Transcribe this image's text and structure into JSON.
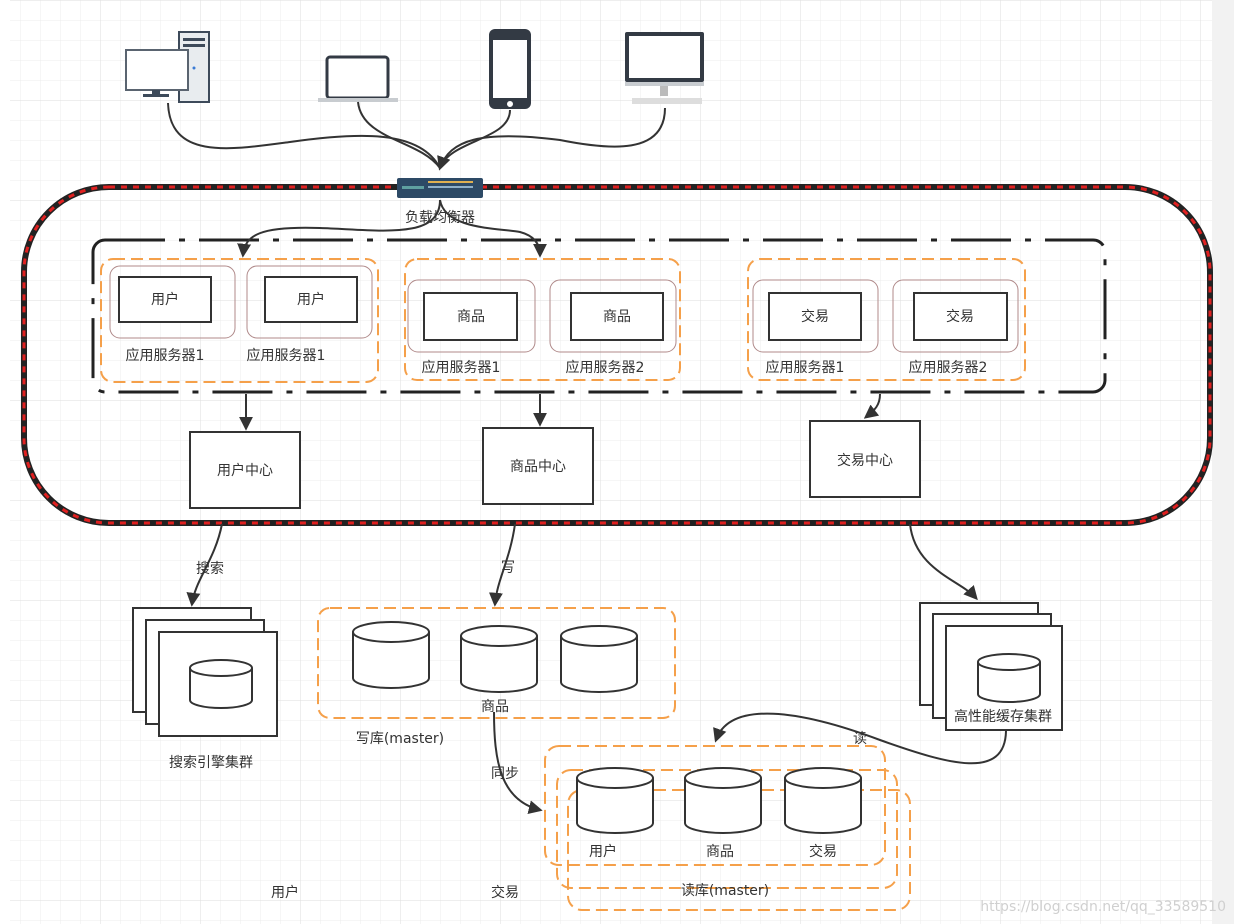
{
  "colors": {
    "grid": "#e6e6e6",
    "group_border": "#f5a04a",
    "cluster_border_red": "#e02020",
    "cluster_border_black": "#222222",
    "scrollbar": "#f2f2f2"
  },
  "devices": [
    {
      "icon": "desktop-tower-icon"
    },
    {
      "icon": "laptop-icon"
    },
    {
      "icon": "smartphone-icon"
    },
    {
      "icon": "imac-icon"
    }
  ],
  "load_balancer": {
    "icon": "network-switch-icon",
    "label": "负载均衡器"
  },
  "app_groups": [
    {
      "servers": [
        {
          "name": "用户",
          "label": "应用服务器1"
        },
        {
          "name": "用户",
          "label": "应用服务器1"
        }
      ]
    },
    {
      "servers": [
        {
          "name": "商品",
          "label": "应用服务器1"
        },
        {
          "name": "商品",
          "label": "应用服务器2"
        }
      ]
    },
    {
      "servers": [
        {
          "name": "交易",
          "label": "应用服务器1"
        },
        {
          "name": "交易",
          "label": "应用服务器2"
        }
      ]
    }
  ],
  "centers": [
    "用户中心",
    "商品中心",
    "交易中心"
  ],
  "edge_labels": {
    "search": "搜索",
    "write": "写",
    "read": "读",
    "sync": "同步"
  },
  "search_cluster": {
    "label": "搜索引擎集群"
  },
  "cache_cluster": {
    "label": "高性能缓存集群"
  },
  "write_db": {
    "db_label": "商品",
    "label": "写库(master)"
  },
  "read_db": {
    "db_labels": [
      "用户",
      "商品",
      "交易"
    ],
    "label": "读库(master)"
  },
  "stray_labels": [
    "用户",
    "交易"
  ],
  "watermark": "https://blog.csdn.net/qq_33589510"
}
